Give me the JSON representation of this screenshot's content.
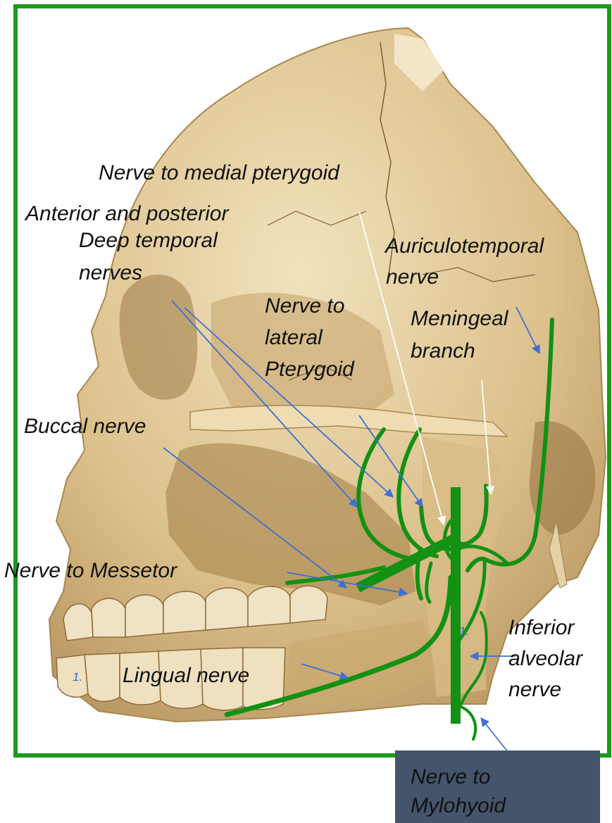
{
  "colors": {
    "frame": "#1b9a1b",
    "nerve": "#129112",
    "arrow_blue": "#3f6fd1",
    "arrow_white": "#ffffff",
    "bone_light": "#e8d4a6",
    "bone_mid": "#cdb07a",
    "bone_dark": "#8a6a3c",
    "label_text": "#111111",
    "box_fill": "#44546a"
  },
  "labels": {
    "nerve_to_medial_pterygoid": "Nerve to medial pterygoid",
    "deep_temporal_line1": "Anterior and posterior",
    "deep_temporal_line2": "Deep temporal",
    "deep_temporal_line3": "nerves",
    "auriculotemporal_line1": "Auriculotemporal",
    "auriculotemporal_line2": "nerve",
    "lateral_pterygoid_line1": "Nerve to",
    "lateral_pterygoid_line2": "lateral",
    "lateral_pterygoid_line3": "Pterygoid",
    "meningeal_line1": "Meningeal",
    "meningeal_line2": "branch",
    "buccal": "Buccal nerve",
    "masseter": "Nerve to Messetor",
    "inferior_alveolar_line1": "Inferior",
    "inferior_alveolar_line2": "alveolar",
    "inferior_alveolar_line3": "nerve",
    "lingual": "Lingual nerve",
    "mylohyoid_line1": "Nerve to",
    "mylohyoid_line2": "Mylohyoid",
    "list_marker_1": "1.",
    "list_marker_2": "1."
  }
}
